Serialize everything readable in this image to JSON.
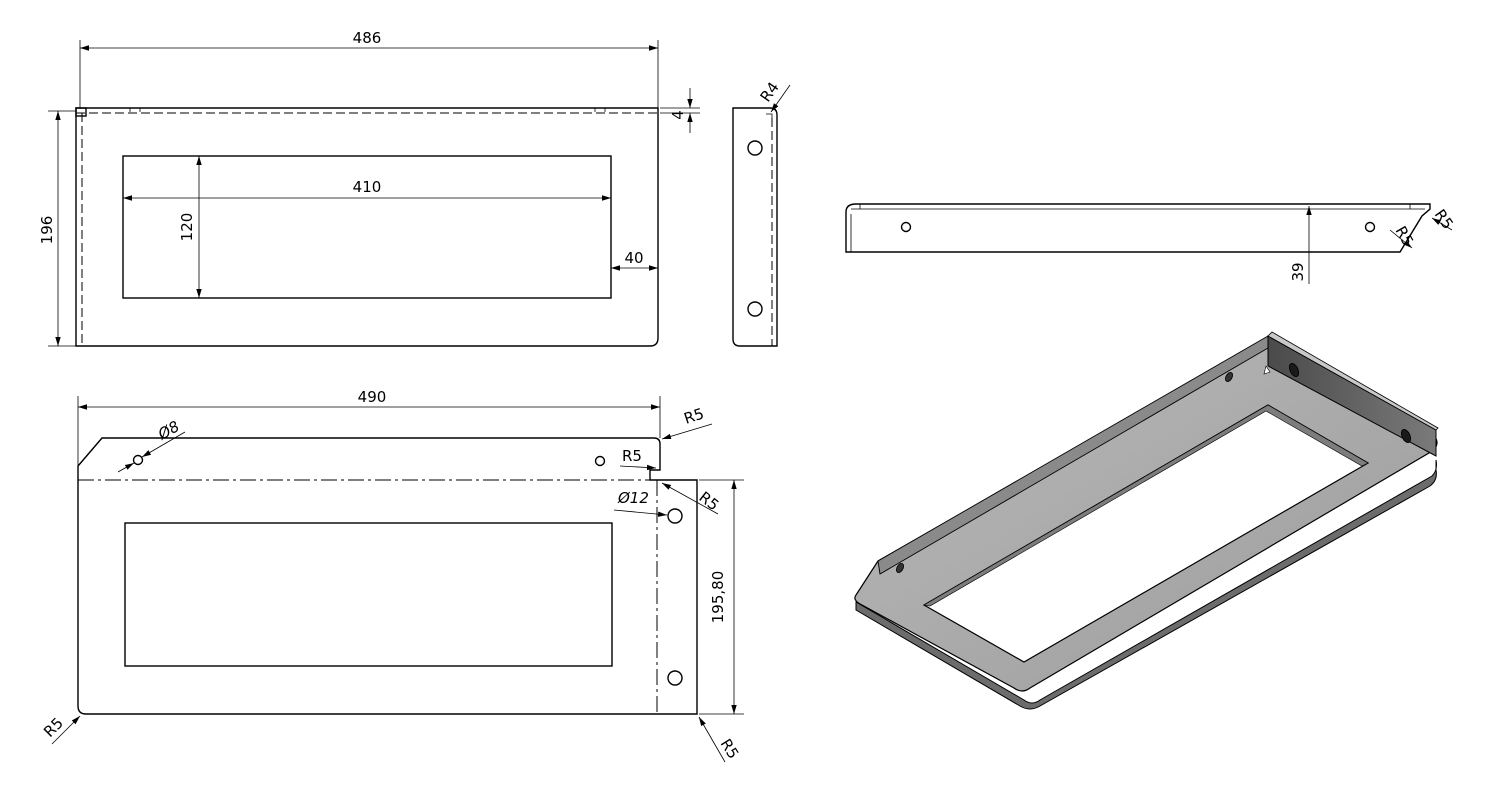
{
  "dimensions": {
    "top_width": "486",
    "thickness": "4",
    "top_height": "196",
    "cutout_width": "410",
    "cutout_height": "120",
    "side_margin": "40",
    "side_radius": "R4",
    "strip_r_inner": "R5",
    "strip_r_outer": "R5",
    "strip_height": "39",
    "flat_width": "490",
    "flat_hole_dia": "Ø8",
    "flat_r_top_right": "R5",
    "flat_r_notch": "R5",
    "flat_hole_big": "Ø12",
    "flat_r_notch2": "R5",
    "flat_height": "195,80",
    "flat_r_bottom_left": "R5",
    "flat_r_bottom_right": "R5"
  }
}
